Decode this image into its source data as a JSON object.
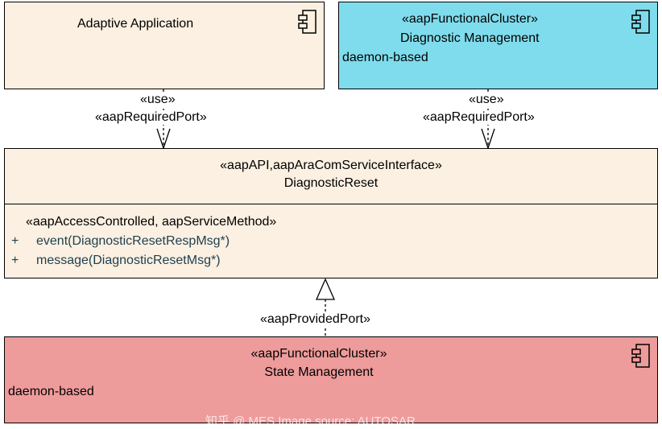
{
  "adaptive_app": {
    "name": "Adaptive Application",
    "fill": "#fbf0e1"
  },
  "diag_mgmt": {
    "stereotype": "«aapFunctionalCluster»",
    "name": "Diagnostic Management",
    "property": "daemon-based",
    "fill": "#7fdcec"
  },
  "reset_iface": {
    "stereotype": "«aapAPI,aapAraComServiceInterface»",
    "name": "DiagnosticReset",
    "ops_stereotype": "«aapAccessControlled, aapServiceMethod»",
    "ops": [
      {
        "visibility": "+",
        "signature": "event(DiagnosticResetRespMsg*)"
      },
      {
        "visibility": "+",
        "signature": "message(DiagnosticResetMsg*)"
      }
    ],
    "fill": "#fbf0e1"
  },
  "state_mgmt": {
    "stereotype": "«aapFunctionalCluster»",
    "name": "State Management",
    "property": "daemon-based",
    "fill": "#ee9b9b"
  },
  "connectors": {
    "left_use": "«use»",
    "left_port": "«aapRequiredPort»",
    "right_use": "«use»",
    "right_port": "«aapRequiredPort»",
    "provided_port": "«aapProvidedPort»"
  },
  "icons": {
    "component": "component-icon"
  },
  "watermark": "知乎 @ MES Image source: AUTOSAR"
}
